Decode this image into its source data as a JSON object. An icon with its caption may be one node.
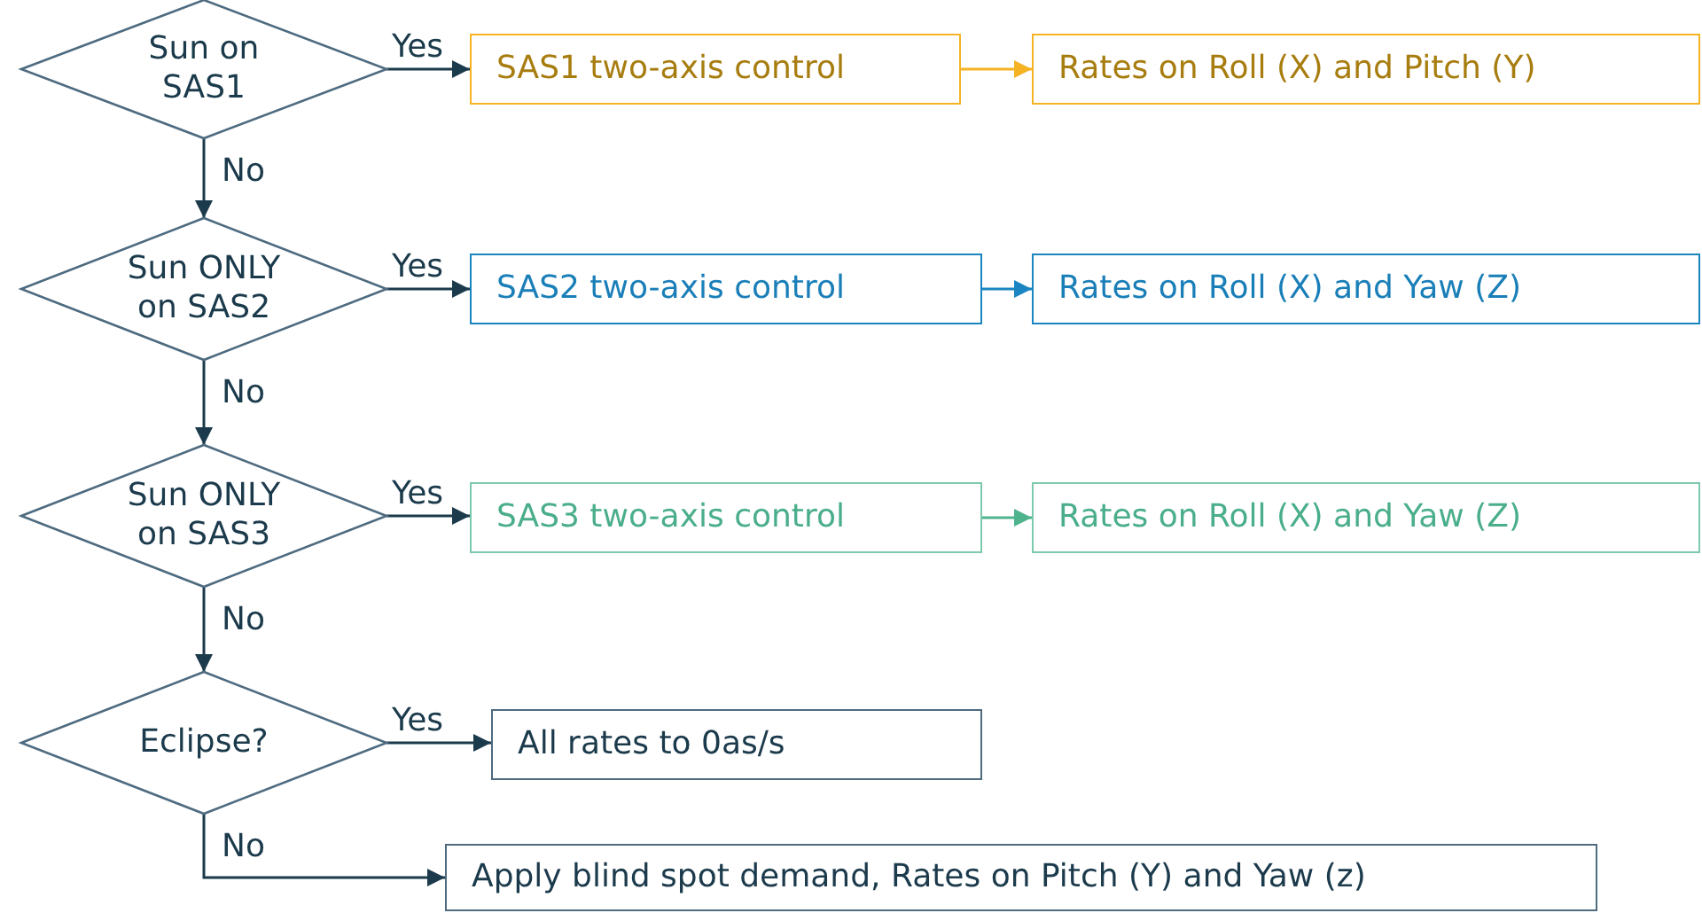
{
  "diagram": {
    "nodes": [
      {
        "text": [
          "Sun on SAS1"
        ]
      },
      {
        "text": [
          "SAS1 two-axis control"
        ]
      },
      {
        "text": [
          "Rates on Roll (X) and Pitch (Y)"
        ]
      },
      {
        "text": [
          "Sun ONLY on SAS2"
        ]
      },
      {
        "text": [
          "SAS2 two-axis control"
        ]
      },
      {
        "text": [
          "Rates on Roll (X) and Yaw (Z)"
        ]
      },
      {
        "text": [
          "Sun ONLY on SAS3"
        ]
      },
      {
        "text": [
          "SAS3 two-axis control"
        ]
      },
      {
        "text": [
          "Rates on Roll (X) and Yaw (Z)"
        ]
      },
      {
        "text": [
          "Eclipse?"
        ]
      },
      {
        "text": [
          "All rates to 0as/s"
        ]
      },
      {
        "text": [
          "Apply blind spot demand, Rates on Pitch (Y) and Yaw (z)"
        ]
      }
    ],
    "edges": [
      {
        "from": 0,
        "to": 1,
        "arrow": "to",
        "label": "Yes"
      },
      {
        "from": 1,
        "to": 2,
        "arrow": "to",
        "color": "#f5b324"
      },
      {
        "from": 0,
        "to": 3,
        "arrow": "to",
        "label": "No"
      },
      {
        "from": 3,
        "to": 4,
        "arrow": "to",
        "label": "Yes"
      },
      {
        "from": 4,
        "to": 5,
        "arrow": "to",
        "color": "#1a85c0"
      },
      {
        "from": 3,
        "to": 6,
        "arrow": "to",
        "label": "No"
      },
      {
        "from": 6,
        "to": 7,
        "arrow": "to",
        "label": "Yes"
      },
      {
        "from": 7,
        "to": 8,
        "arrow": "to",
        "color": "#4fb38d"
      },
      {
        "from": 6,
        "to": 9,
        "arrow": "to",
        "label": "No"
      },
      {
        "from": 9,
        "to": 10,
        "arrow": "to",
        "label": "Yes"
      },
      {
        "from": 9,
        "to": 11,
        "arrow": "to",
        "label": "No"
      }
    ]
  }
}
